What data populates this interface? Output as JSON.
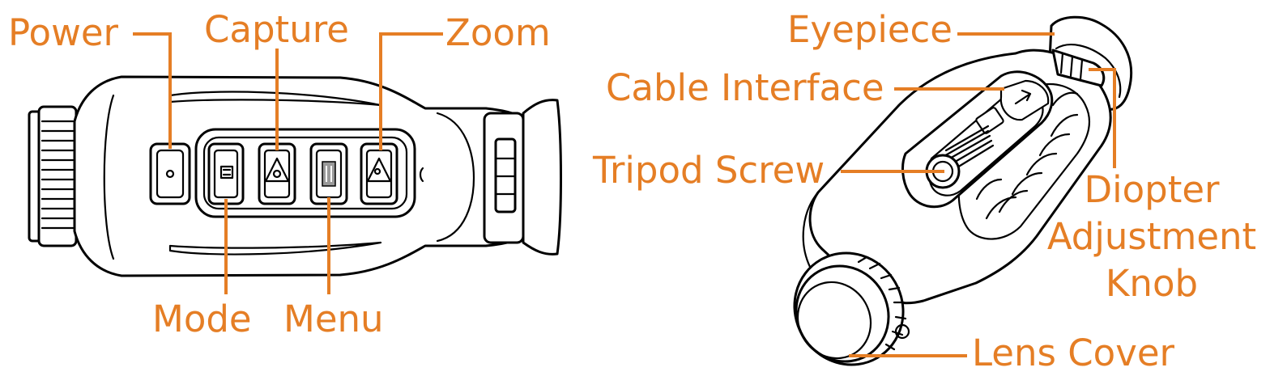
{
  "diagram": {
    "label_color": "#E57E25",
    "left_view": {
      "labels": {
        "power": "Power",
        "capture": "Capture",
        "zoom": "Zoom",
        "mode": "Mode",
        "menu": "Menu"
      }
    },
    "right_view": {
      "labels": {
        "eyepiece": "Eyepiece",
        "cable_interface": "Cable Interface",
        "tripod_screw": "Tripod Screw",
        "diopter_line1": "Diopter",
        "diopter_line2": "Adjustment",
        "diopter_line3": "Knob",
        "lens_cover": "Lens Cover"
      }
    }
  }
}
